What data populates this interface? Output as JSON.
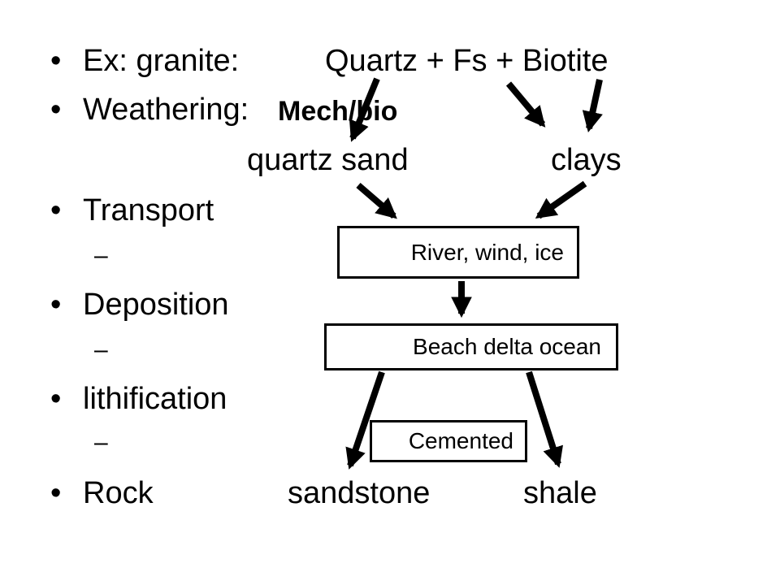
{
  "bullets": {
    "example_label": "Ex: granite:",
    "example_value": "Quartz + Fs + Biotite",
    "weathering_label": "Weathering:",
    "weathering_type": "Mech/bio",
    "quartz_sand": "quartz sand",
    "clays": "clays",
    "transport": "Transport",
    "deposition": "Deposition",
    "lithification": "lithification",
    "rock": "Rock",
    "sandstone": "sandstone",
    "shale": "shale",
    "bullet_char": "•",
    "dash_char": "–"
  },
  "boxes": {
    "transport": "River,  wind, ice",
    "deposition": "Beach  delta  ocean",
    "lithification": "Cemented"
  },
  "colors": {
    "text": "#000000",
    "background": "#ffffff"
  }
}
